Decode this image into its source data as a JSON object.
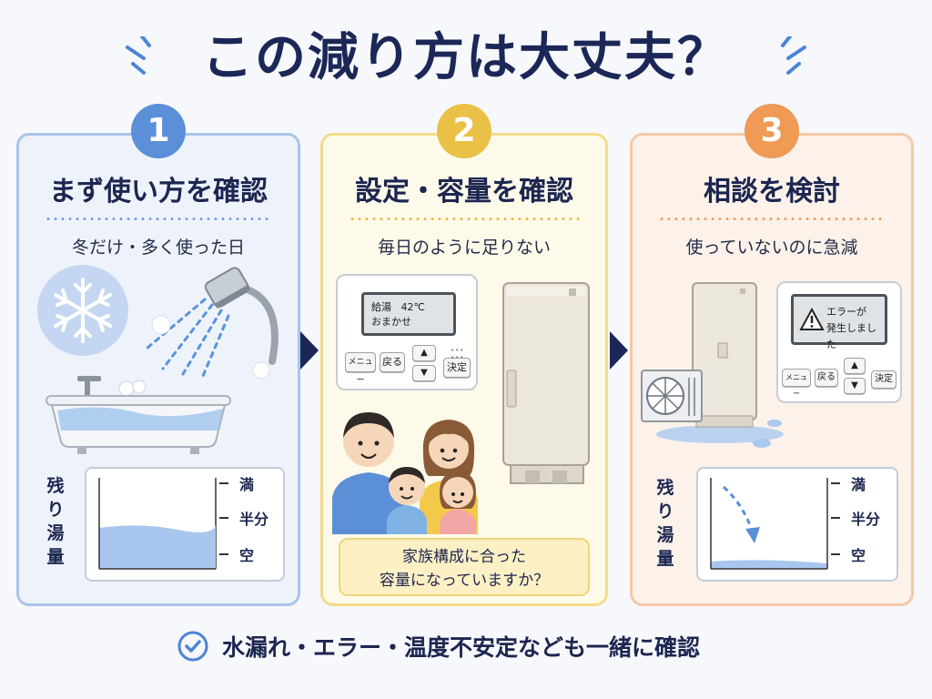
{
  "title": "この減り方は大丈夫？",
  "steps": [
    {
      "number": "1",
      "title": "まず使い方を確認",
      "subtitle": "冬だけ・多く使った日",
      "gauge": {
        "label": "残り湯量",
        "levels": [
          "満",
          "半分",
          "空"
        ],
        "fill_fraction": 0.45
      }
    },
    {
      "number": "2",
      "title": "設定・容量を確認",
      "subtitle": "毎日のように足りない",
      "remote": {
        "line1_label": "給湯",
        "line1_value": "42℃",
        "line2": "おまかせ",
        "buttons": [
          "メニュー",
          "戻る",
          "決定"
        ]
      },
      "note": [
        "家族構成に合った",
        "容量になっていますか？"
      ]
    },
    {
      "number": "3",
      "title": "相談を検討",
      "subtitle": "使っていないのに急減",
      "remote": {
        "screen_lines": [
          "エラーが",
          "発生しました"
        ],
        "buttons": [
          "メニュー",
          "戻る",
          "決定"
        ]
      },
      "gauge": {
        "label": "残り湯量",
        "levels": [
          "満",
          "半分",
          "空"
        ],
        "fill_fraction": 0.08
      }
    }
  ],
  "footer": "水漏れ・エラー・温度不安定なども一緒に確認",
  "colors": {
    "blue": "#5b8fd8",
    "yellow": "#eac046",
    "orange": "#ef9a55",
    "navy": "#1b2757"
  }
}
